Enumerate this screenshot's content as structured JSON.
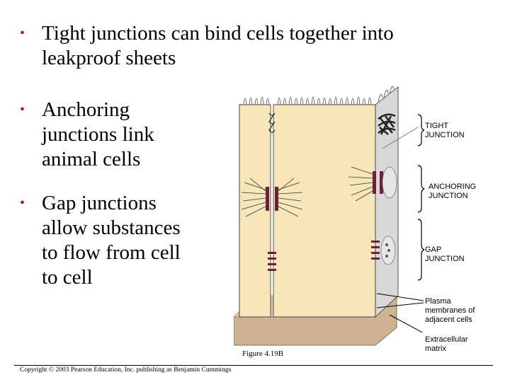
{
  "bullets": [
    {
      "lines": [
        "Tight junctions can bind cells together into",
        "leakproof sheets"
      ]
    },
    {
      "lines": [
        "Anchoring",
        "junctions link",
        "animal cells"
      ]
    },
    {
      "lines": [
        "Gap junctions",
        "allow substances",
        "to flow from cell",
        "to cell"
      ]
    }
  ],
  "labels": {
    "tight": [
      "TIGHT",
      "JUNCTION"
    ],
    "anchoring": [
      "ANCHORING",
      "JUNCTION"
    ],
    "gap": [
      "GAP",
      "JUNCTION"
    ],
    "plasma": [
      "Plasma",
      "membranes of",
      "adjacent cells"
    ],
    "matrix": [
      "Extracellular",
      "matrix"
    ]
  },
  "figure_caption": "Figure 4.19B",
  "copyright": "Copyright © 2003 Pearson Education, Inc. publishing as Benjamin Cummings",
  "colors": {
    "bullet": "#b31b1b",
    "cell_fill": "#f7e6b8",
    "side_fill": "#d8d8d8",
    "junction": "#6e1f3a",
    "matrix": "#cdb391"
  }
}
